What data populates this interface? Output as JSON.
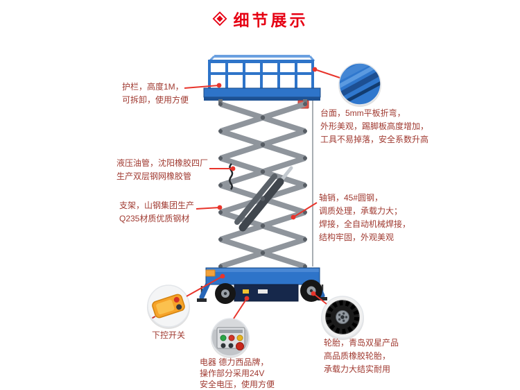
{
  "colors": {
    "accent_red": "#e60013",
    "leader_red": "#e8342b",
    "note_text": "#a03a31",
    "lift_blue": "#2e74c9",
    "scissor_gray": "#8f959c"
  },
  "header": {
    "title": "细节展示",
    "icon": "diamond-icon"
  },
  "callouts": [
    {
      "id": "guardrail",
      "lines": [
        "护栏，高度1M，",
        "可拆卸，使用方便"
      ]
    },
    {
      "id": "platform-surface",
      "lines": [
        "台面，5mm平板折弯，",
        "外形美观，踢脚板高度增加，",
        "工具不易掉落，安全系数升高"
      ]
    },
    {
      "id": "hydraulic-hose",
      "lines": [
        "液压油管，沈阳橡胶四厂",
        "生产双层钢网橡胶管"
      ]
    },
    {
      "id": "support-frame",
      "lines": [
        "支架，山钢集团生产",
        "Q235材质优质钢材"
      ]
    },
    {
      "id": "axle-pin-welding",
      "lines": [
        "轴销，45#圆钢，",
        "调质处理，承载力大；",
        "焊接，全自动机械焊接，",
        "结构牢固，外观美观"
      ]
    },
    {
      "id": "lower-control-switch",
      "lines": [
        "下控开关"
      ]
    },
    {
      "id": "electrics",
      "lines": [
        "电器 德力西品牌，",
        "操作部分采用24V",
        "安全电压，使用方便"
      ]
    },
    {
      "id": "tires",
      "lines": [
        "轮胎，青岛双星产品",
        "高品质橡胶轮胎，",
        "承载力大结实耐用"
      ]
    }
  ]
}
